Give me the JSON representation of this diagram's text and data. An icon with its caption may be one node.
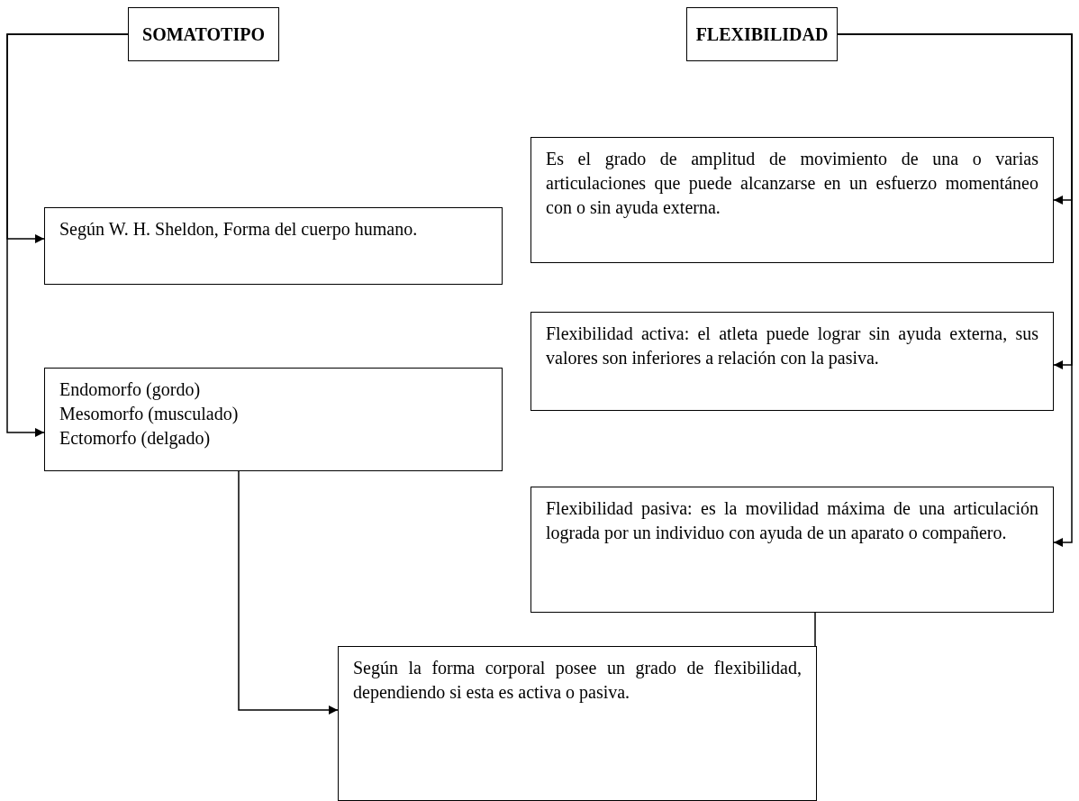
{
  "diagram": {
    "nodes": [
      {
        "text": [
          "SOMATOTIPO"
        ]
      },
      {
        "text": [
          "FLEXIBILIDAD"
        ]
      },
      {
        "text": [
          "Es el grado de amplitud de movimiento de una o varias articulaciones que puede alcanzarse en un esfuerzo momentáneo con o sin ayuda externa."
        ]
      },
      {
        "text": [
          "Según W. H. Sheldon, Forma del cuerpo humano."
        ]
      },
      {
        "text": [
          "Flexibilidad activa: el atleta puede lograr sin ayuda externa, sus valores son inferiores a relación con la pasiva."
        ]
      },
      {
        "text": [
          "Endomorfo (gordo)",
          "Mesomorfo (musculado)",
          "Ectomorfo (delgado)"
        ]
      },
      {
        "text": [
          "Flexibilidad pasiva: es la movilidad máxima de una articulación lograda por un individuo con ayuda de un aparato o compañero."
        ]
      },
      {
        "text": [
          "Según la forma corporal posee un grado de flexibilidad, dependiendo si esta es activa o pasiva."
        ]
      }
    ],
    "edges": [
      {
        "from": 0,
        "to": 3,
        "arrow": "to"
      },
      {
        "from": 0,
        "to": 5,
        "arrow": "to"
      },
      {
        "from": 1,
        "to": 2,
        "arrow": "to"
      },
      {
        "from": 1,
        "to": 4,
        "arrow": "to"
      },
      {
        "from": 1,
        "to": 6,
        "arrow": "to"
      },
      {
        "from": 5,
        "to": 7,
        "arrow": "to"
      },
      {
        "from": 6,
        "to": 7,
        "arrow": "to"
      }
    ]
  }
}
